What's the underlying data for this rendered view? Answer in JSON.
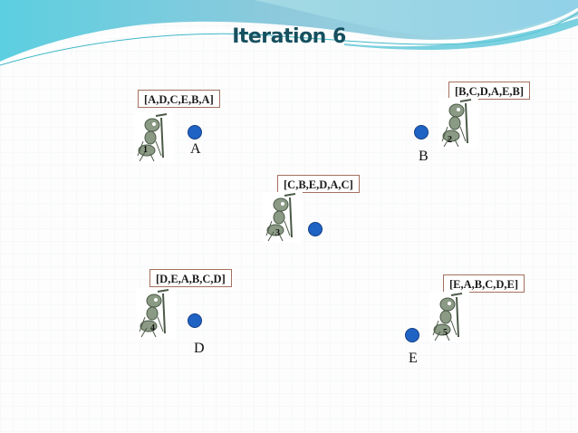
{
  "slide": {
    "title": "Iteration 6",
    "colors": {
      "title": "#17505f",
      "node": "#1f63c4",
      "box_border": "#a5705e",
      "wave_light": "#a8dde6",
      "wave_teal": "#4cc4d6"
    }
  },
  "nodes": [
    {
      "id": "A",
      "label": "A"
    },
    {
      "id": "B",
      "label": "B"
    },
    {
      "id": "C",
      "label": ""
    },
    {
      "id": "D",
      "label": "D"
    },
    {
      "id": "E",
      "label": "E"
    }
  ],
  "ants": [
    {
      "number": "1",
      "tour": "[A,D,C,E,B,A]"
    },
    {
      "number": "2",
      "tour": "[B,C,D,A,E,B]"
    },
    {
      "number": "3",
      "tour": "[C,B,E,D,A,C]"
    },
    {
      "number": "4",
      "tour": "[D,E,A,B,C,D]"
    },
    {
      "number": "5",
      "tour": "[E,A,B,C,D,E]"
    }
  ]
}
